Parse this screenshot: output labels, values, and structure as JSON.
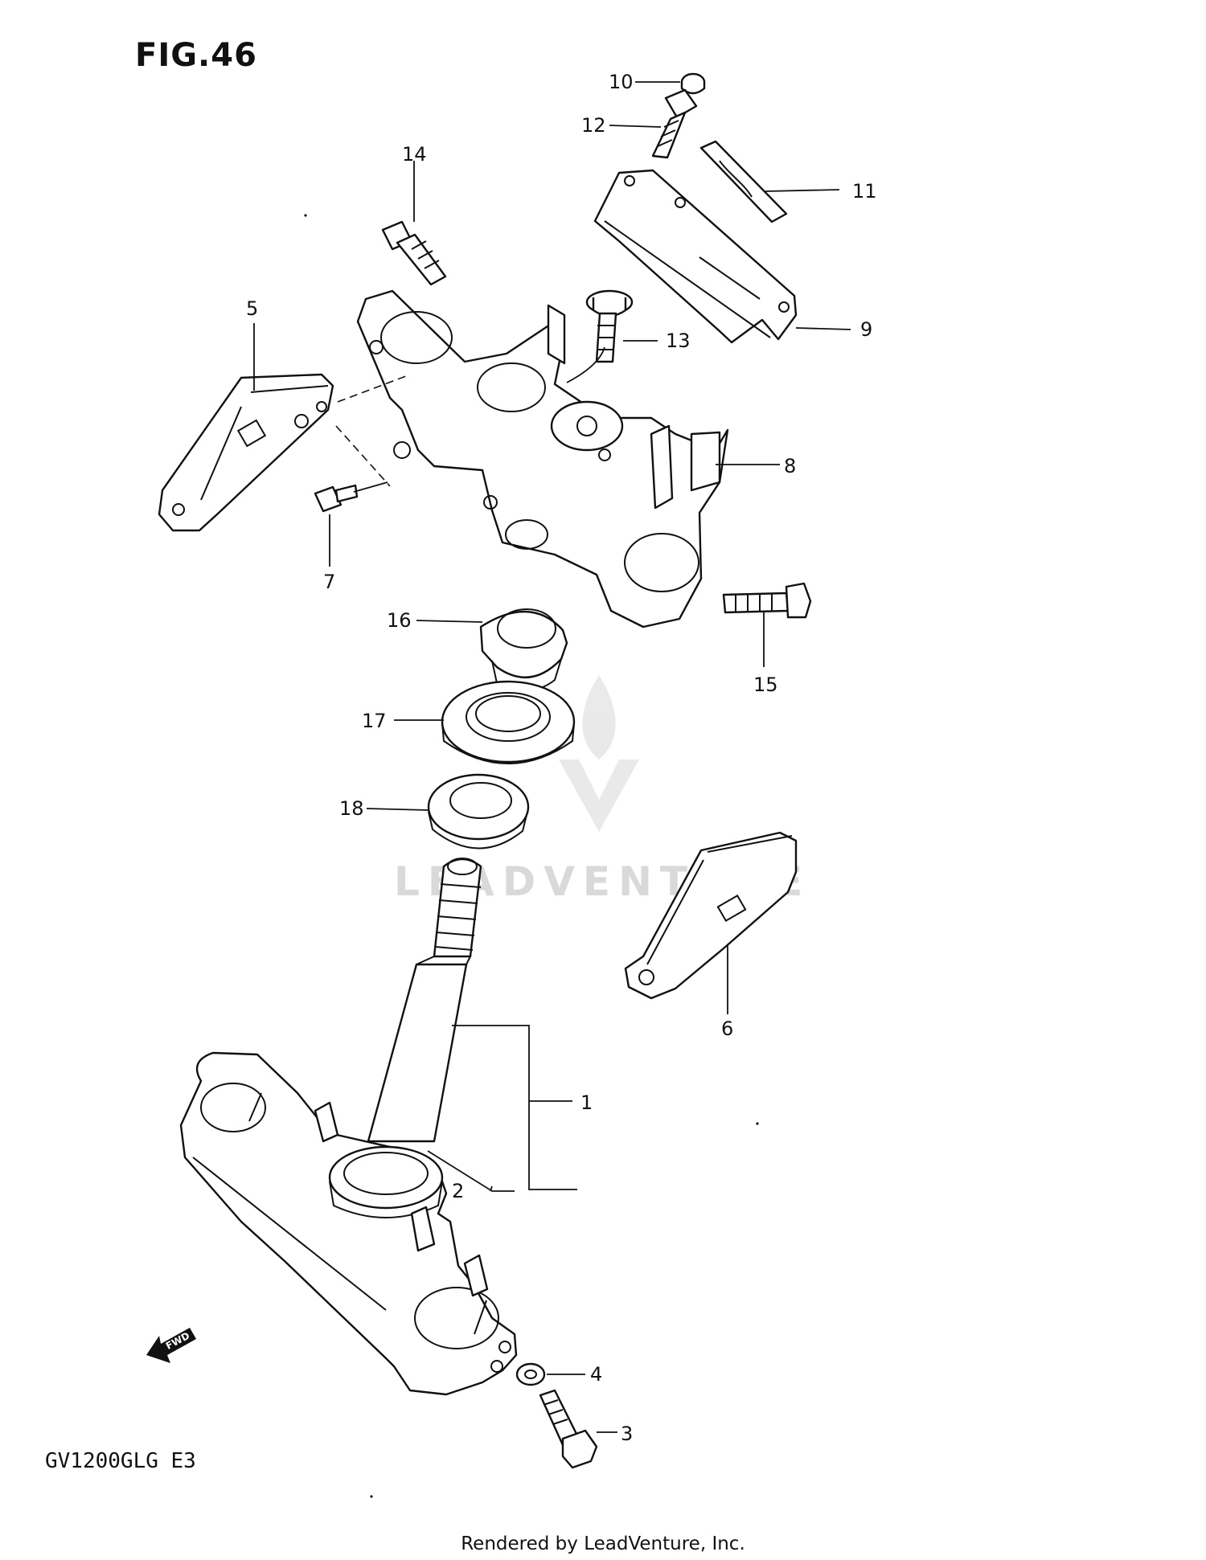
{
  "figure": {
    "title": "FIG.46"
  },
  "model_code": "GV1200GLG E3",
  "footer": "Rendered by LeadVenture, Inc.",
  "watermark": "LEADVENTURE",
  "fwd_label": "FWD",
  "callouts": {
    "c1": "1",
    "c2": "2",
    "c3": "3",
    "c4": "4",
    "c5": "5",
    "c6": "6",
    "c7": "7",
    "c8": "8",
    "c9": "9",
    "c10": "10",
    "c11": "11",
    "c12": "12",
    "c13": "13",
    "c14": "14",
    "c15": "15",
    "c16": "16",
    "c17": "17",
    "c18": "18"
  }
}
